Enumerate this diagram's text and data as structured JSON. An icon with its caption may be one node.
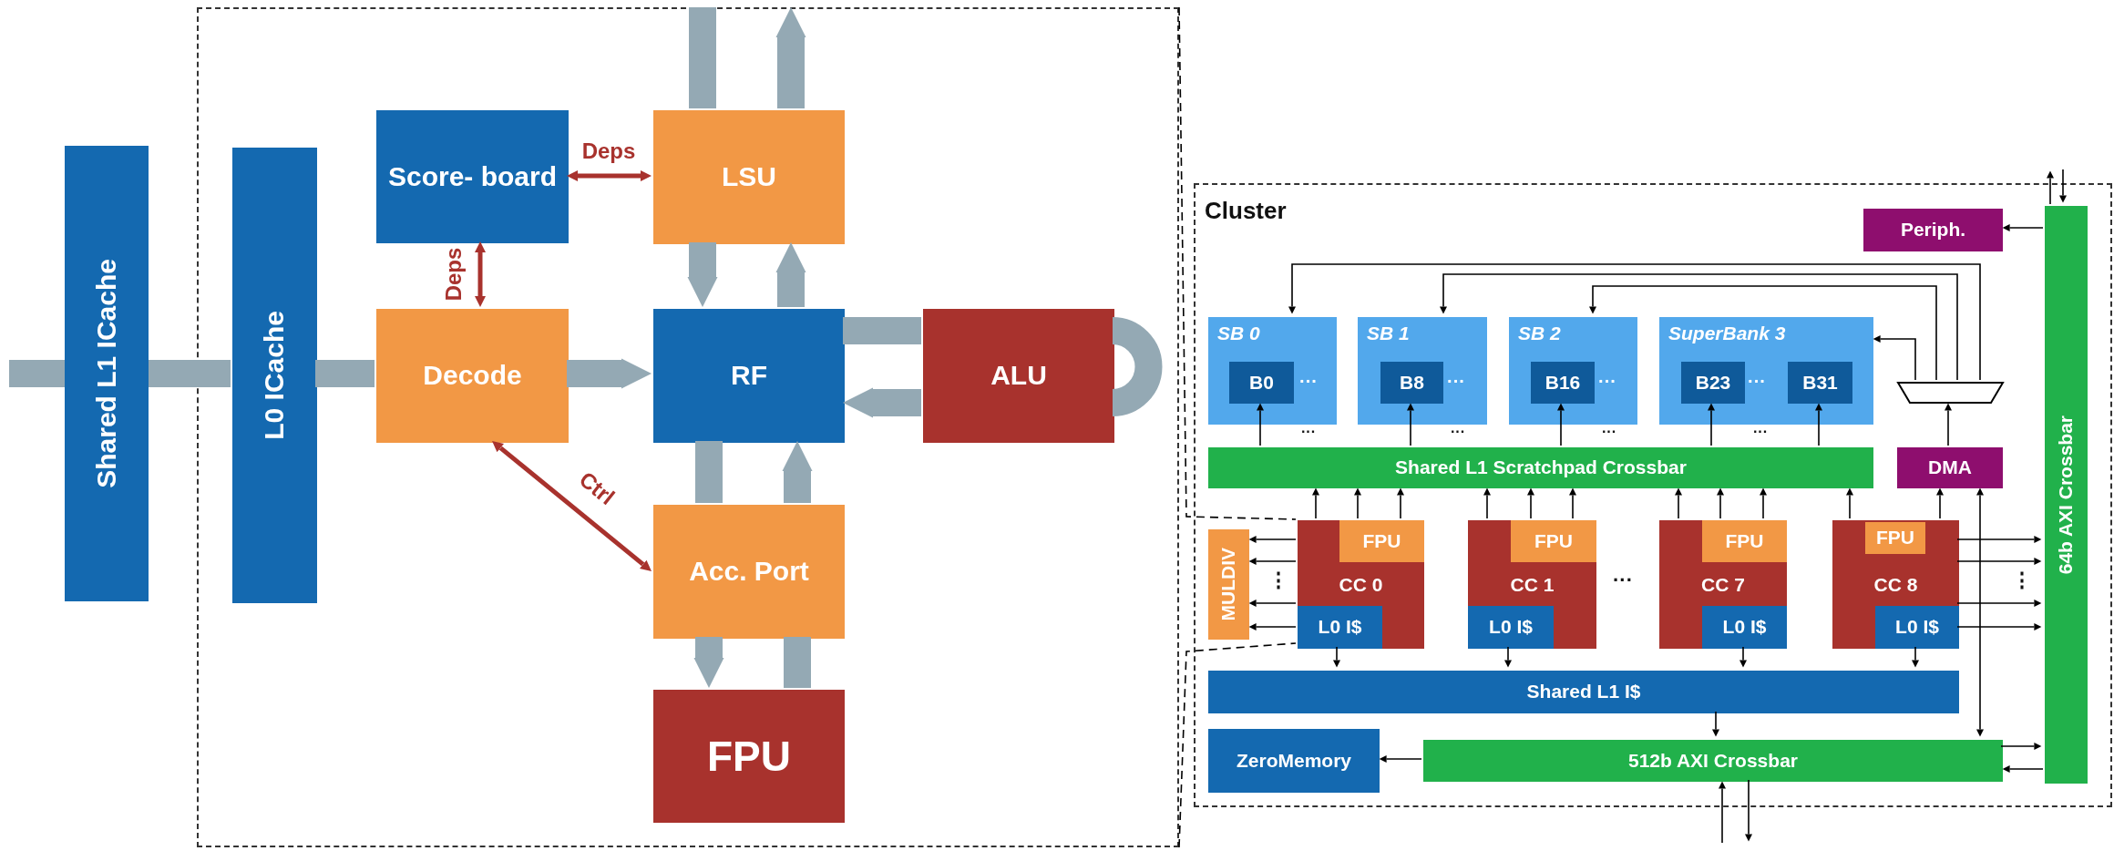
{
  "diagram": {
    "nodes": [
      {
        "text": [
          "Shared L1 ICache"
        ]
      },
      {
        "text": [],
        "shape": "box"
      },
      {
        "text": [
          "L0 ICache"
        ],
        "in": 1
      },
      {
        "text": [
          "Score- board"
        ],
        "in": 1
      },
      {
        "text": [
          "LSU"
        ],
        "in": 1
      },
      {
        "text": [
          "Decode"
        ],
        "in": 1
      },
      {
        "text": [
          "RF"
        ],
        "in": 1
      },
      {
        "text": [
          "ALU"
        ],
        "in": 1
      },
      {
        "text": [
          "Acc. Port"
        ],
        "in": 1
      },
      {
        "text": [
          "FPU"
        ],
        "in": 1
      },
      {
        "text": [
          "Cluster"
        ]
      },
      {
        "text": [
          "Periph."
        ],
        "in": 10
      },
      {
        "text": [
          "64b AXI Crossbar"
        ],
        "in": 10
      },
      {
        "text": [
          "SB 0"
        ],
        "in": 10
      },
      {
        "text": [
          "B0"
        ],
        "in": 13
      },
      {
        "text": [
          "SB 1"
        ],
        "in": 10
      },
      {
        "text": [
          "B8"
        ],
        "in": 15
      },
      {
        "text": [
          "SB 2"
        ],
        "in": 10
      },
      {
        "text": [
          "B16"
        ],
        "in": 17
      },
      {
        "text": [
          "SuperBank 3"
        ],
        "in": 10
      },
      {
        "text": [
          "B23"
        ],
        "in": 19
      },
      {
        "text": [
          "B31"
        ],
        "in": 19
      },
      {
        "text": [],
        "shape": "trapezoid",
        "in": 10
      },
      {
        "text": [
          "Shared L1 Scratchpad Crossbar"
        ],
        "in": 10
      },
      {
        "text": [
          "DMA"
        ],
        "in": 10
      },
      {
        "text": [
          "MULDIV"
        ],
        "in": 10
      },
      {
        "text": [
          "CC 0"
        ],
        "in": 10
      },
      {
        "text": [
          "FPU"
        ],
        "in": 26
      },
      {
        "text": [
          "L0 I$"
        ],
        "in": 26
      },
      {
        "text": [
          "CC 1"
        ],
        "in": 10
      },
      {
        "text": [
          "FPU"
        ],
        "in": 29
      },
      {
        "text": [
          "L0 I$"
        ],
        "in": 29
      },
      {
        "text": [
          "CC 7"
        ],
        "in": 10
      },
      {
        "text": [
          "FPU"
        ],
        "in": 32
      },
      {
        "text": [
          "L0 I$"
        ],
        "in": 32
      },
      {
        "text": [
          "CC 8"
        ],
        "in": 10
      },
      {
        "text": [
          "FPU"
        ],
        "in": 35
      },
      {
        "text": [
          "L0 I$"
        ],
        "in": 35
      },
      {
        "text": [
          "Shared L1 I$"
        ],
        "in": 10
      },
      {
        "text": [
          "ZeroMemory"
        ],
        "in": 10
      },
      {
        "text": [
          "512b AXI Crossbar"
        ],
        "in": 10
      }
    ],
    "edges": [
      {
        "from": null,
        "to": 0,
        "arrow": "none",
        "style": "thick",
        "color": "#94a9b4"
      },
      {
        "from": 0,
        "to": 2,
        "arrow": "none",
        "style": "thick",
        "color": "#94a9b4"
      },
      {
        "from": 2,
        "to": 5,
        "arrow": "none",
        "style": "thick",
        "color": "#94a9b4"
      },
      {
        "from": 5,
        "to": 6,
        "arrow": "to",
        "style": "thick",
        "color": "#94a9b4"
      },
      {
        "from": 1,
        "to": 4,
        "arrow": "none",
        "style": "thick",
        "color": "#94a9b4"
      },
      {
        "from": 4,
        "to": 1,
        "arrow": "to",
        "style": "thick",
        "color": "#94a9b4"
      },
      {
        "from": 4,
        "to": 6,
        "arrow": "to",
        "style": "thick",
        "color": "#94a9b4"
      },
      {
        "from": 6,
        "to": 4,
        "arrow": "to",
        "style": "thick",
        "color": "#94a9b4"
      },
      {
        "from": 6,
        "to": 7,
        "arrow": "none",
        "style": "thick",
        "color": "#94a9b4"
      },
      {
        "from": 7,
        "to": 6,
        "arrow": "to",
        "style": "thick",
        "color": "#94a9b4"
      },
      {
        "from": 7,
        "to": 7,
        "arrow": "none",
        "style": "thick",
        "color": "#94a9b4"
      },
      {
        "from": 6,
        "to": 8,
        "arrow": "none",
        "style": "thick",
        "color": "#94a9b4"
      },
      {
        "from": 8,
        "to": 6,
        "arrow": "to",
        "style": "thick",
        "color": "#94a9b4"
      },
      {
        "from": 8,
        "to": 9,
        "arrow": "to",
        "style": "thick",
        "color": "#94a9b4"
      },
      {
        "from": 9,
        "to": 8,
        "arrow": "none",
        "style": "thick",
        "color": "#94a9b4"
      },
      {
        "from": 3,
        "to": 4,
        "arrow": "both",
        "label": "Deps",
        "color": "#a8322d"
      },
      {
        "from": 3,
        "to": 5,
        "arrow": "both",
        "label": "Deps",
        "color": "#a8322d"
      },
      {
        "from": 5,
        "to": 8,
        "arrow": "both",
        "label": "Ctrl",
        "color": "#a8322d"
      },
      {
        "from": 1,
        "to": 26,
        "arrow": "none",
        "style": "dashed"
      },
      {
        "from": 1,
        "to": 26,
        "arrow": "none",
        "style": "dashed"
      },
      {
        "from": null,
        "to": 12,
        "arrow": "to"
      },
      {
        "from": 12,
        "to": null,
        "arrow": "to"
      },
      {
        "from": 12,
        "to": 11,
        "arrow": "to"
      },
      {
        "from": 22,
        "to": 13,
        "arrow": "to"
      },
      {
        "from": 22,
        "to": 15,
        "arrow": "to"
      },
      {
        "from": 22,
        "to": 17,
        "arrow": "to"
      },
      {
        "from": 22,
        "to": 19,
        "arrow": "to"
      },
      {
        "from": 24,
        "to": 22,
        "arrow": "to"
      },
      {
        "from": 23,
        "to": 14,
        "arrow": "to"
      },
      {
        "from": 23,
        "to": 16,
        "arrow": "to"
      },
      {
        "from": 23,
        "to": 18,
        "arrow": "to"
      },
      {
        "from": 23,
        "to": 20,
        "arrow": "to"
      },
      {
        "from": 23,
        "to": 21,
        "arrow": "to"
      },
      {
        "from": 26,
        "to": 23,
        "arrow": "to"
      },
      {
        "from": 27,
        "to": 23,
        "arrow": "to"
      },
      {
        "from": 27,
        "to": 23,
        "arrow": "to"
      },
      {
        "from": 29,
        "to": 23,
        "arrow": "to"
      },
      {
        "from": 30,
        "to": 23,
        "arrow": "to"
      },
      {
        "from": 30,
        "to": 23,
        "arrow": "to"
      },
      {
        "from": 32,
        "to": 23,
        "arrow": "to"
      },
      {
        "from": 33,
        "to": 23,
        "arrow": "to"
      },
      {
        "from": 33,
        "to": 23,
        "arrow": "to"
      },
      {
        "from": 35,
        "to": 23,
        "arrow": "to"
      },
      {
        "from": 35,
        "to": 24,
        "arrow": "to"
      },
      {
        "from": 26,
        "to": 25,
        "arrow": "to"
      },
      {
        "from": 26,
        "to": 25,
        "arrow": "to"
      },
      {
        "from": 26,
        "to": 25,
        "arrow": "to"
      },
      {
        "from": 28,
        "to": 25,
        "arrow": "to"
      },
      {
        "from": 35,
        "to": 12,
        "arrow": "to"
      },
      {
        "from": 35,
        "to": 12,
        "arrow": "to"
      },
      {
        "from": 35,
        "to": 12,
        "arrow": "to"
      },
      {
        "from": 37,
        "to": 12,
        "arrow": "to"
      },
      {
        "from": 28,
        "to": 38,
        "arrow": "to"
      },
      {
        "from": 31,
        "to": 38,
        "arrow": "to"
      },
      {
        "from": 34,
        "to": 38,
        "arrow": "to"
      },
      {
        "from": 37,
        "to": 38,
        "arrow": "to"
      },
      {
        "from": 38,
        "to": 40,
        "arrow": "to"
      },
      {
        "from": 40,
        "to": 39,
        "arrow": "to"
      },
      {
        "from": 24,
        "to": 40,
        "arrow": "both"
      },
      {
        "from": 40,
        "to": 12,
        "arrow": "to"
      },
      {
        "from": 12,
        "to": 40,
        "arrow": "to"
      },
      {
        "from": null,
        "to": 40,
        "arrow": "to"
      },
      {
        "from": 40,
        "to": null,
        "arrow": "to"
      }
    ],
    "labels": [
      "···",
      "···",
      "···",
      "···",
      "···",
      "···",
      "···",
      "···",
      "⋮",
      "···",
      "⋮"
    ]
  }
}
